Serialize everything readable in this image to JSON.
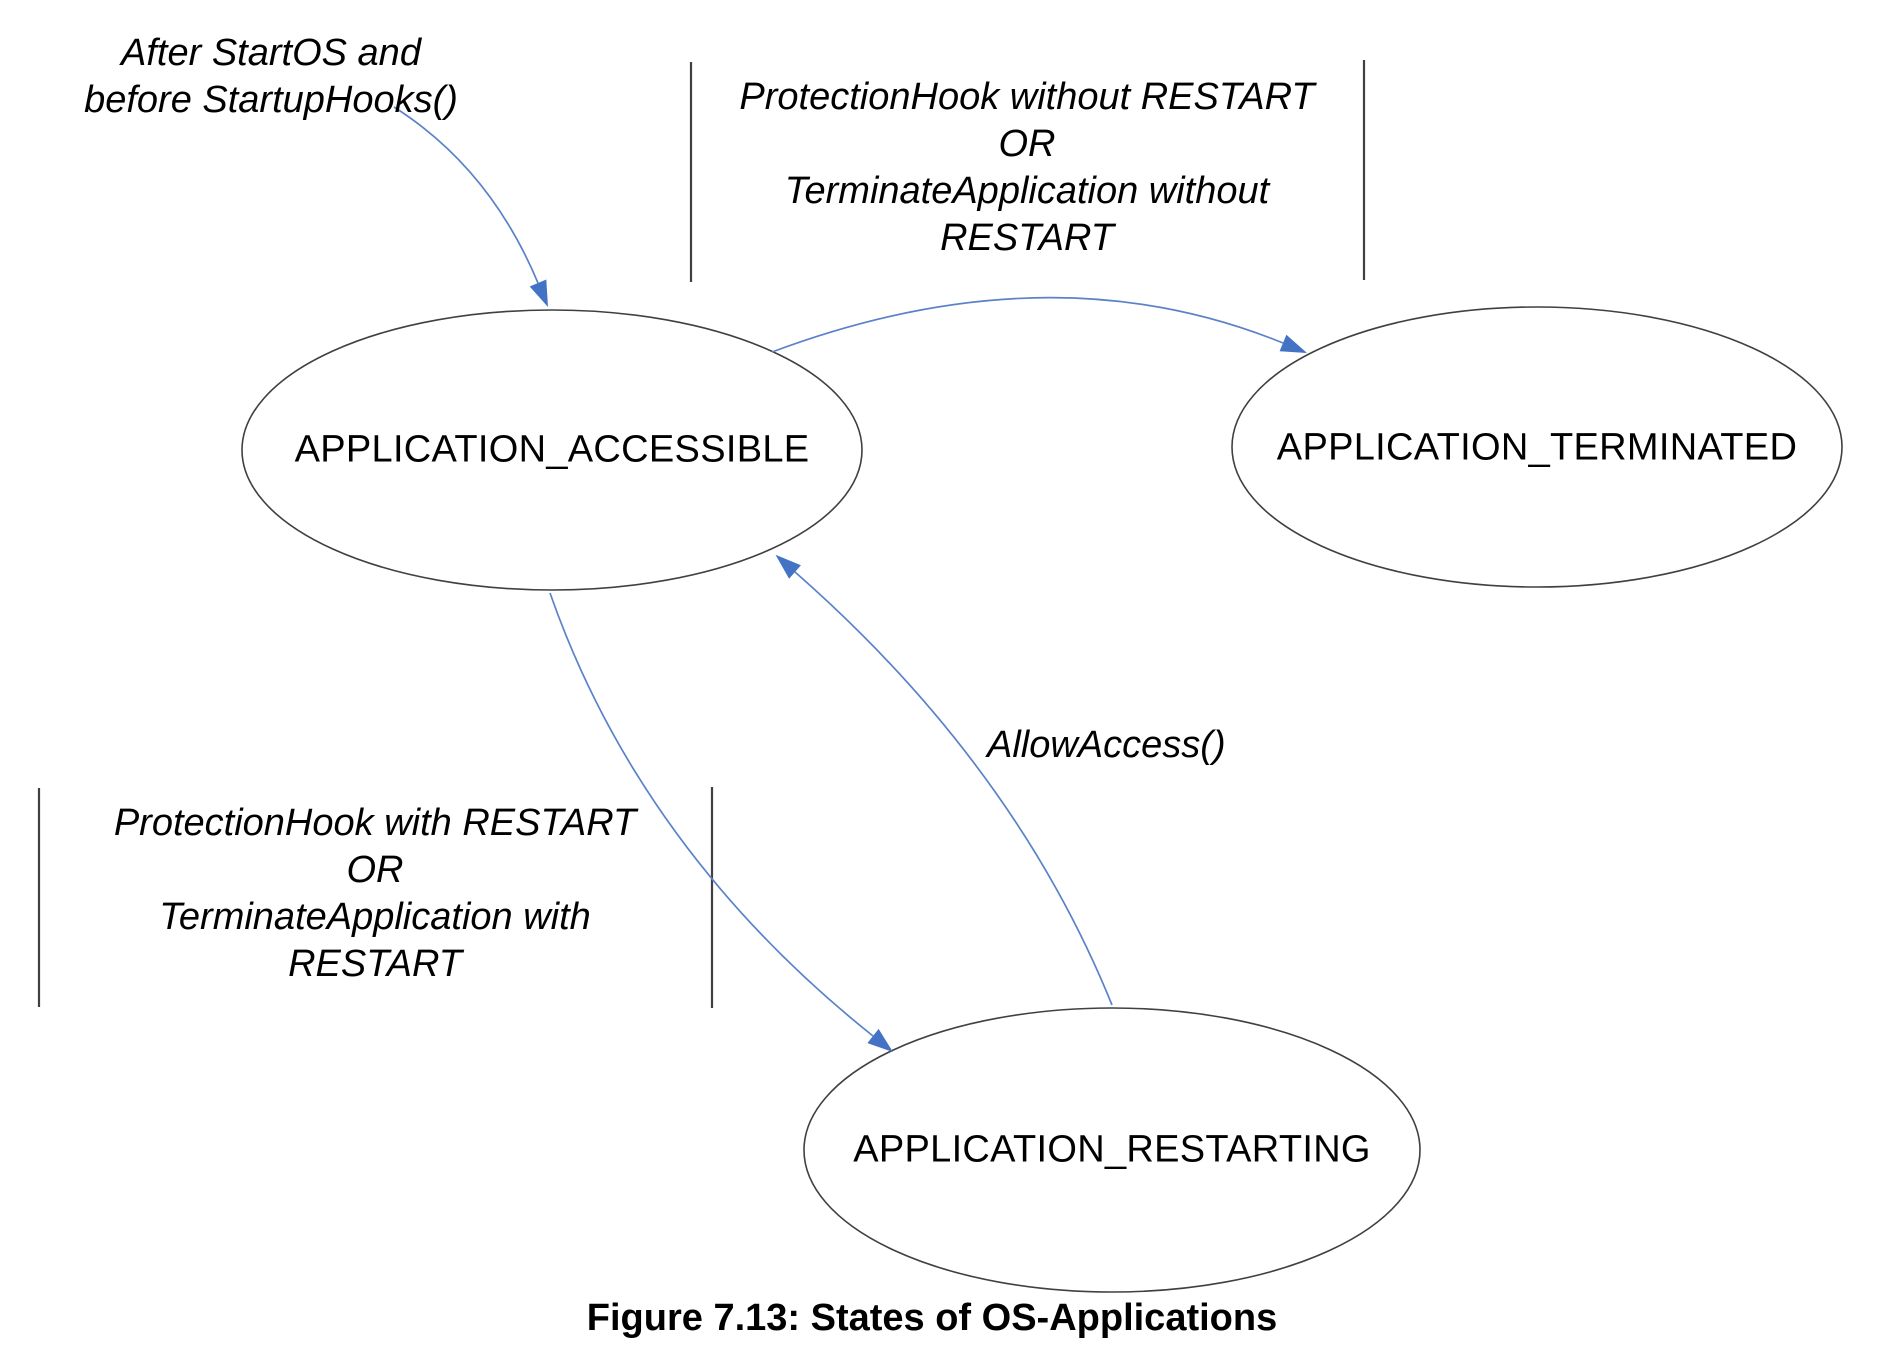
{
  "figure": {
    "caption": "Figure 7.13: States of OS-Applications"
  },
  "states": [
    {
      "id": "accessible",
      "label": "APPLICATION_ACCESSIBLE"
    },
    {
      "id": "terminated",
      "label": "APPLICATION_TERMINATED"
    },
    {
      "id": "restarting",
      "label": "APPLICATION_RESTARTING"
    }
  ],
  "transitions": {
    "initial_to_accessible": {
      "lines": [
        "After StartOS and",
        "before StartupHooks()"
      ]
    },
    "accessible_to_terminated": {
      "lines": [
        "ProtectionHook without RESTART",
        "OR",
        "TerminateApplication without",
        "RESTART"
      ]
    },
    "accessible_to_restarting": {
      "lines": [
        "ProtectionHook with RESTART",
        "OR",
        "TerminateApplication with",
        "RESTART"
      ]
    },
    "restarting_to_accessible": {
      "label": "AllowAccess()"
    }
  },
  "colors": {
    "background": "#ffffff",
    "text": "#000000",
    "shape_stroke": "#404040",
    "arrow_line": "#5b82c9",
    "arrow_head": "#4472c4"
  }
}
